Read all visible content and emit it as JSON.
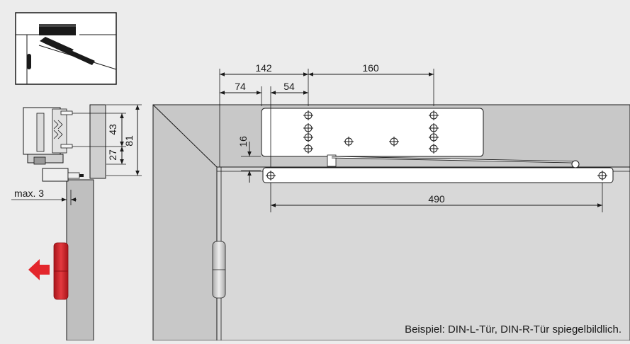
{
  "dimensions": {
    "d142": "142",
    "d160": "160",
    "d74": "74",
    "d54": "54",
    "d490": "490",
    "d16": "16",
    "d43": "43",
    "d27": "27",
    "d81": "81",
    "max3": "max. 3"
  },
  "caption": "Beispiel: DIN-L-Tür, DIN-R-Tür spiegelbildlich.",
  "colors": {
    "background": "#ececec",
    "wall": "#c6c6c6",
    "panel": "#d9d9d9",
    "line": "#1a1a1a",
    "accent_red": "#d9232b"
  },
  "icons": {
    "arrow": "red-left-arrow-icon",
    "thumbnail": "door-closer-thumbnail-icon"
  }
}
